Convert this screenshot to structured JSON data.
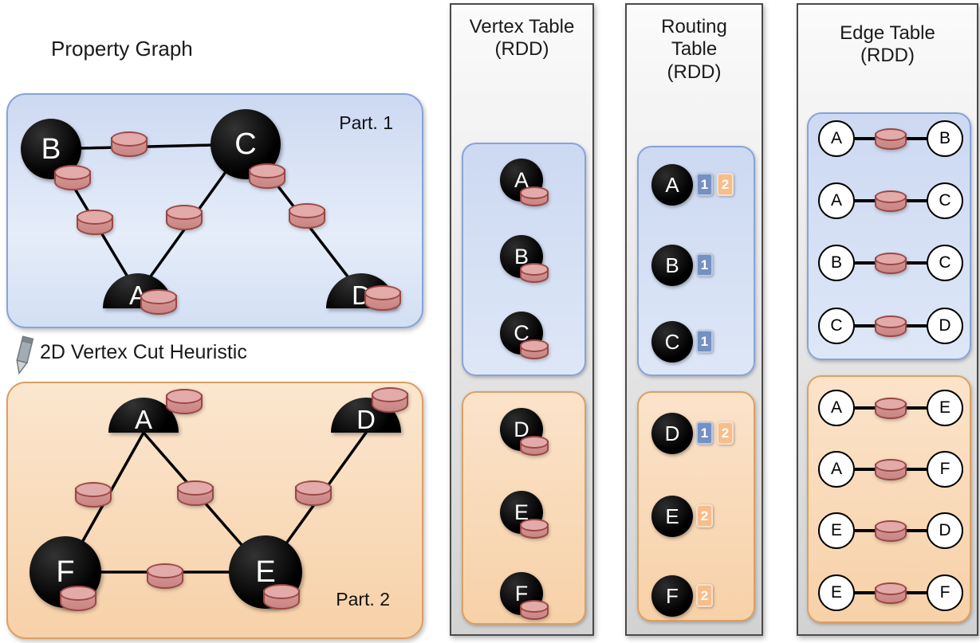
{
  "colors": {
    "partition1_fill": "#d4e1f5",
    "partition1_border": "#87a3d8",
    "partition2_fill": "#f7d1a8",
    "partition2_border": "#dd9f63",
    "panel_fill": "#e0e0e0",
    "panel_border": "#4a4a4a",
    "vertex_fill": "#000000",
    "cylinder_fill": "#d39593",
    "cylinder_border": "#9a4846",
    "badge_blue": "#7590c1",
    "badge_orange": "#f9bd8a"
  },
  "property_graph": {
    "title": "Property Graph",
    "cut_label": "2D Vertex Cut Heuristic",
    "part1": {
      "label": "Part. 1",
      "vertices": [
        "B",
        "C",
        "A",
        "D"
      ],
      "edges": [
        "B-C",
        "B-A",
        "C-A",
        "C-D"
      ]
    },
    "part2": {
      "label": "Part. 2",
      "vertices": [
        "A",
        "D",
        "F",
        "E"
      ],
      "edges": [
        "A-F",
        "A-E",
        "D-E",
        "F-E"
      ]
    }
  },
  "vertex_table": {
    "title": "Vertex Table (RDD)",
    "part1": [
      "A",
      "B",
      "C"
    ],
    "part2": [
      "D",
      "E",
      "F"
    ]
  },
  "routing_table": {
    "title": "Routing Table (RDD)",
    "part1": [
      {
        "vertex": "A",
        "partitions": [
          "1",
          "2"
        ]
      },
      {
        "vertex": "B",
        "partitions": [
          "1"
        ]
      },
      {
        "vertex": "C",
        "partitions": [
          "1"
        ]
      }
    ],
    "part2": [
      {
        "vertex": "D",
        "partitions": [
          "1",
          "2"
        ]
      },
      {
        "vertex": "E",
        "partitions": [
          "2"
        ]
      },
      {
        "vertex": "F",
        "partitions": [
          "2"
        ]
      }
    ]
  },
  "edge_table": {
    "title": "Edge Table (RDD)",
    "part1": [
      {
        "src": "A",
        "dst": "B"
      },
      {
        "src": "A",
        "dst": "C"
      },
      {
        "src": "B",
        "dst": "C"
      },
      {
        "src": "C",
        "dst": "D"
      }
    ],
    "part2": [
      {
        "src": "A",
        "dst": "E"
      },
      {
        "src": "A",
        "dst": "F"
      },
      {
        "src": "E",
        "dst": "D"
      },
      {
        "src": "E",
        "dst": "F"
      }
    ]
  }
}
